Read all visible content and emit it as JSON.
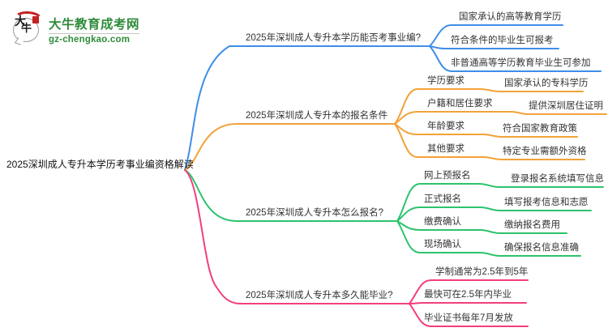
{
  "logo": {
    "title": "大牛教育成考网",
    "domain": "gz-chengkao.com",
    "mark_char_a": "大",
    "mark_char_b": "牛",
    "green": "#2e8b3a",
    "red": "#c32222"
  },
  "root": {
    "label": "2025深圳成人专升本学历考事业编资格解读"
  },
  "branches": [
    {
      "label": "2025年深圳成人专升本学历能否考事业编?",
      "color": "#3e8ee8",
      "children": [
        {
          "label": "国家承认的高等教育学历"
        },
        {
          "label": "符合条件的毕业生可报考"
        },
        {
          "label": "非普通高等学历教育毕业生可参加"
        }
      ]
    },
    {
      "label": "2025年深圳成人专升本的报名条件",
      "color": "#f2a238",
      "children": [
        {
          "label": "学历要求",
          "value": "国家承认的专科学历"
        },
        {
          "label": "户籍和居住要求",
          "value": "提供深圳居住证明"
        },
        {
          "label": "年龄要求",
          "value": "符合国家教育政策"
        },
        {
          "label": "其他要求",
          "value": "特定专业需额外资格"
        }
      ]
    },
    {
      "label": "2025年深圳成人专升本怎么报名?",
      "color": "#2cc36d",
      "children": [
        {
          "label": "网上预报名",
          "value": "登录报名系统填写信息"
        },
        {
          "label": "正式报名",
          "value": "填写报考信息和志愿"
        },
        {
          "label": "缴费确认",
          "value": "缴纳报名费用"
        },
        {
          "label": "现场确认",
          "value": "确保报名信息准确"
        }
      ]
    },
    {
      "label": "2025年深圳成人专升本多久能毕业?",
      "color": "#f23f7d",
      "children": [
        {
          "label": "学制通常为2.5年到5年"
        },
        {
          "label": "最快可在2.5年内毕业"
        },
        {
          "label": "毕业证书每年7月发放"
        }
      ]
    }
  ]
}
